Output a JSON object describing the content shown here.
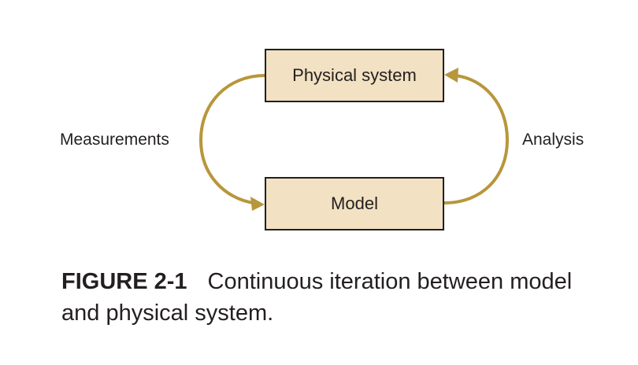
{
  "diagram": {
    "nodes": {
      "physical_system": "Physical system",
      "model": "Model"
    },
    "edges": {
      "left_label": "Measurements",
      "right_label": "Analysis"
    },
    "colors": {
      "box_fill": "#f2e1c2",
      "box_border": "#231f20",
      "arrow": "#b8963b"
    }
  },
  "caption": {
    "figure_number": "FIGURE 2-1",
    "text": "Continuous iteration between model and physical system."
  }
}
